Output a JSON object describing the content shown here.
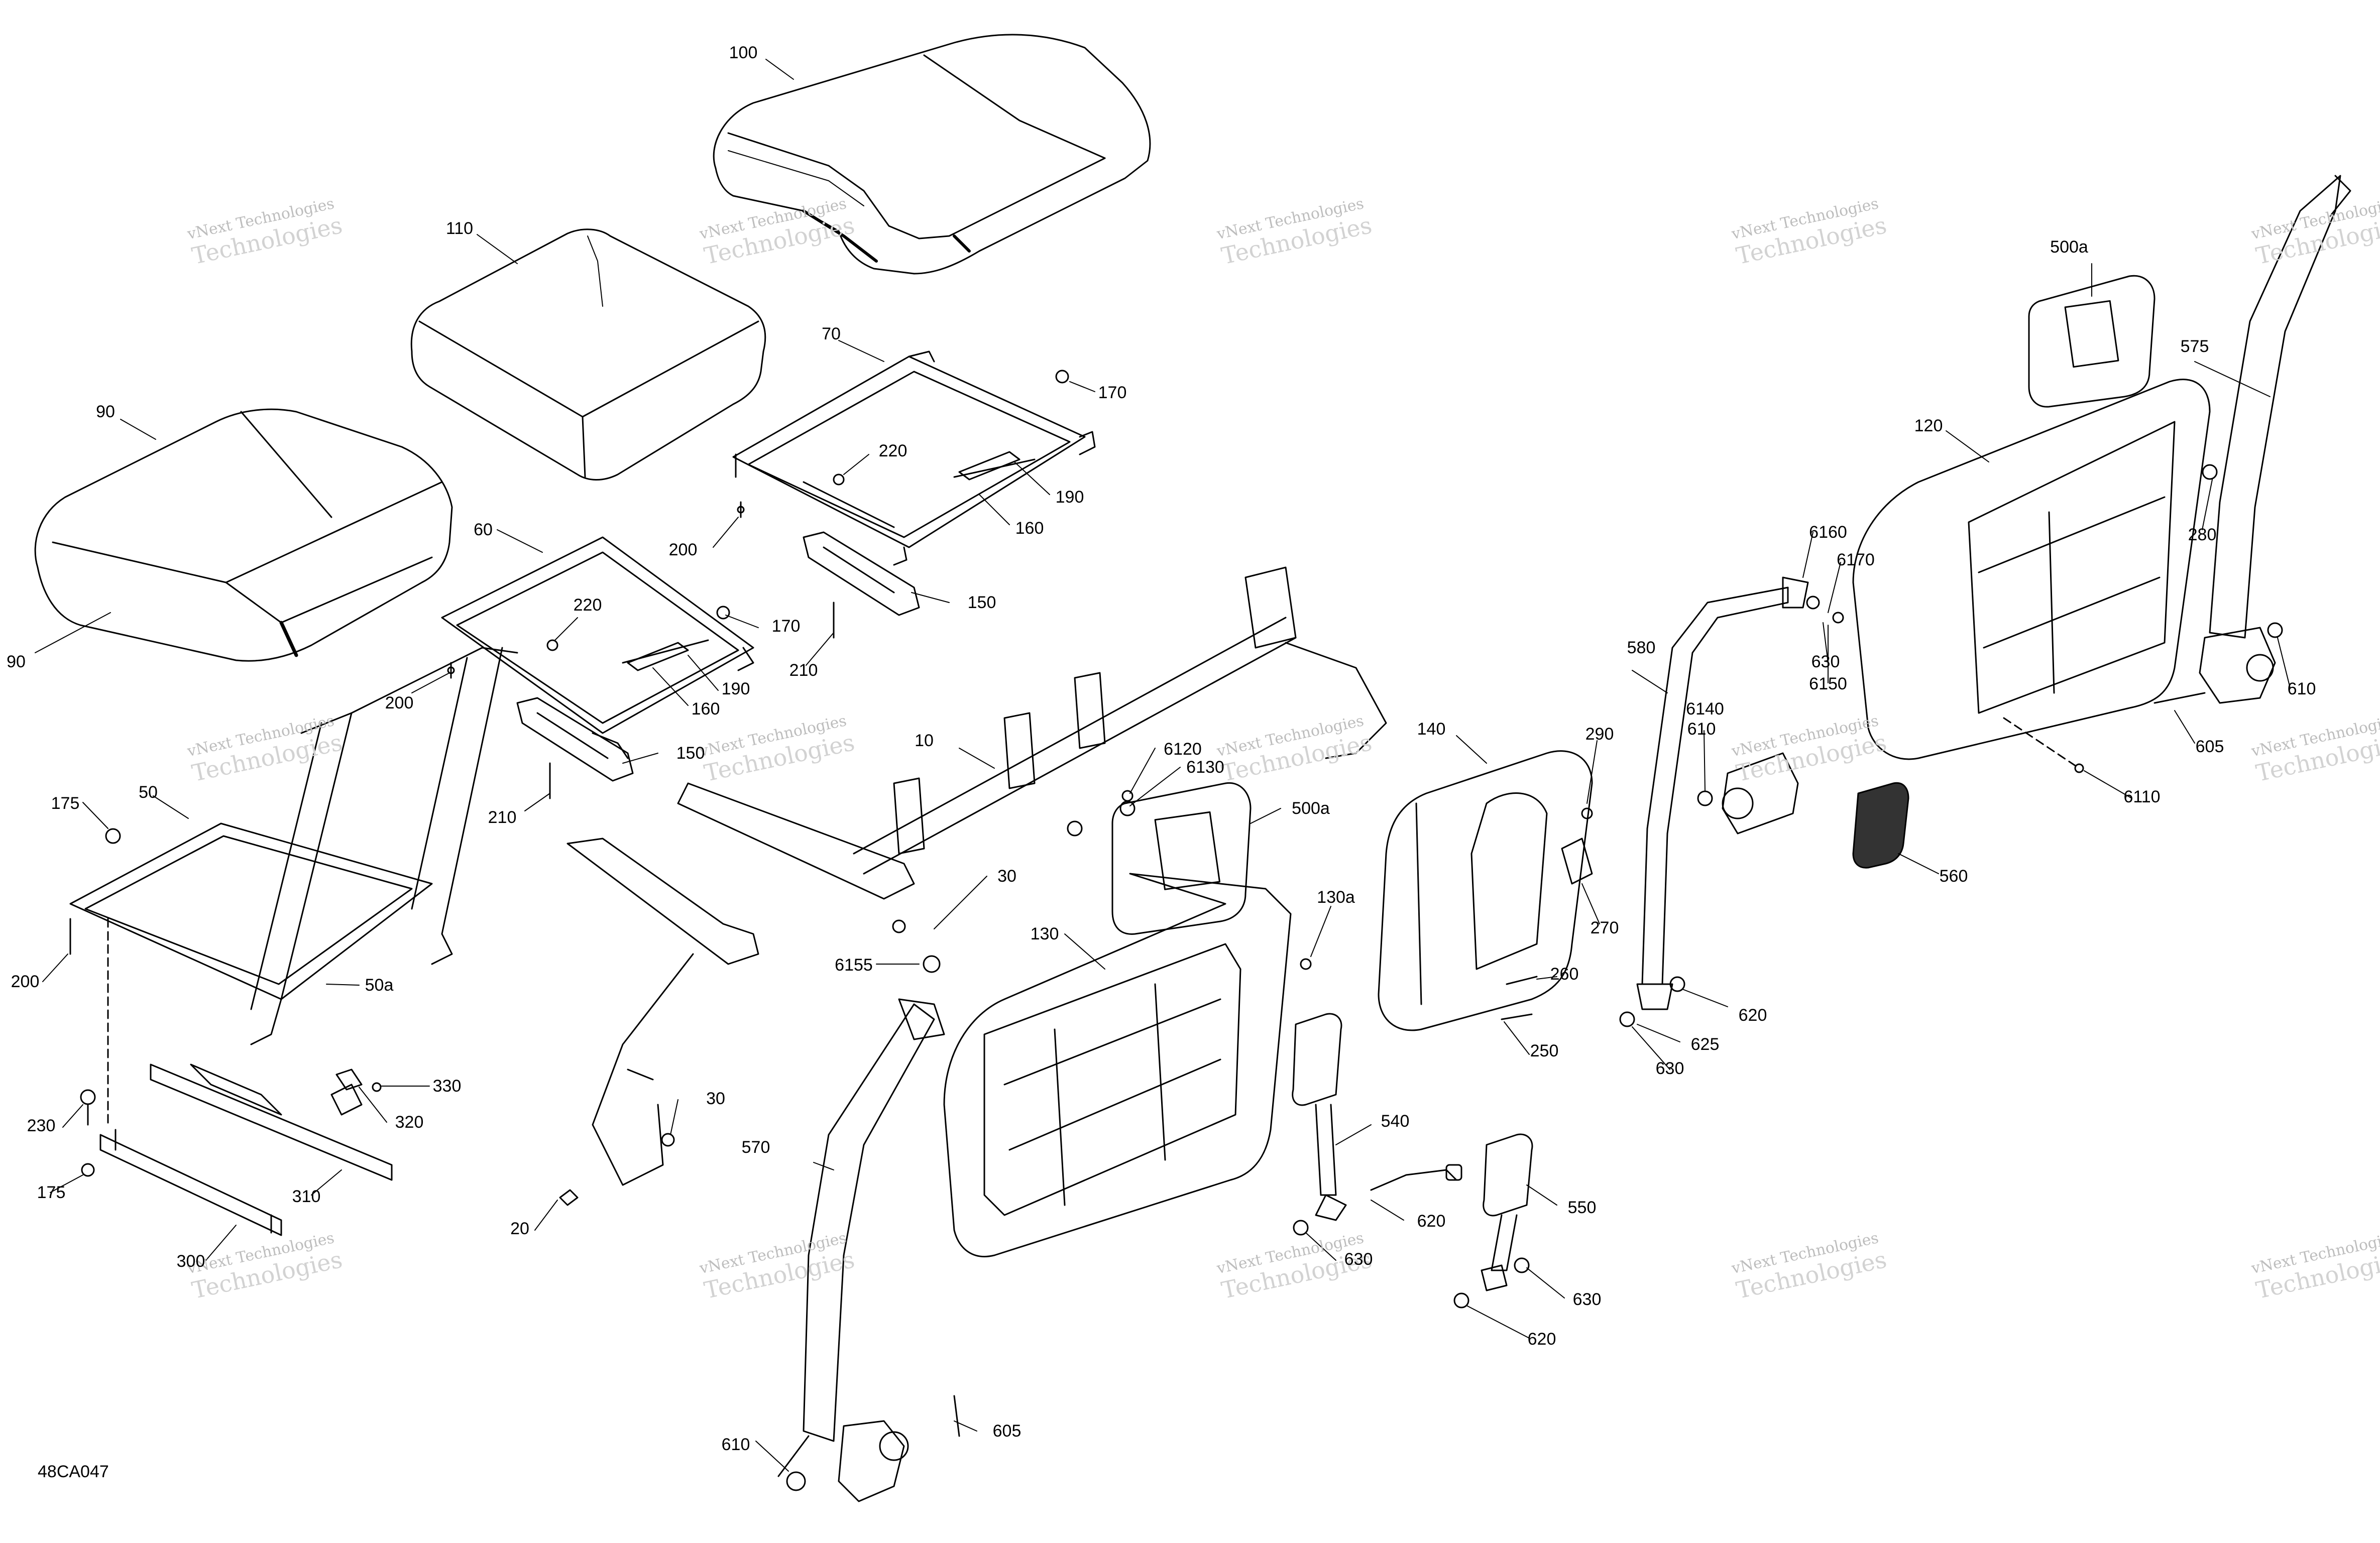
{
  "figure_code": "48CA047",
  "watermark": {
    "line1": "vNext Technologies",
    "line2": "Technologies",
    "overlay": "vNext"
  },
  "callouts": [
    {
      "id": "c-100",
      "label": "100"
    },
    {
      "id": "c-110",
      "label": "110"
    },
    {
      "id": "c-90a",
      "label": "90"
    },
    {
      "id": "c-90b",
      "label": "90"
    },
    {
      "id": "c-70",
      "label": "70"
    },
    {
      "id": "c-170a",
      "label": "170"
    },
    {
      "id": "c-220a",
      "label": "220"
    },
    {
      "id": "c-190a",
      "label": "190"
    },
    {
      "id": "c-160a",
      "label": "160"
    },
    {
      "id": "c-200a",
      "label": "200"
    },
    {
      "id": "c-150a",
      "label": "150"
    },
    {
      "id": "c-210a",
      "label": "210"
    },
    {
      "id": "c-60",
      "label": "60"
    },
    {
      "id": "c-220b",
      "label": "220"
    },
    {
      "id": "c-170b",
      "label": "170"
    },
    {
      "id": "c-160b",
      "label": "160"
    },
    {
      "id": "c-190b",
      "label": "190"
    },
    {
      "id": "c-200b",
      "label": "200"
    },
    {
      "id": "c-150b",
      "label": "150"
    },
    {
      "id": "c-210b",
      "label": "210"
    },
    {
      "id": "c-175a",
      "label": "175"
    },
    {
      "id": "c-50",
      "label": "50"
    },
    {
      "id": "c-200c",
      "label": "200"
    },
    {
      "id": "c-50a",
      "label": "50a"
    },
    {
      "id": "c-230",
      "label": "230"
    },
    {
      "id": "c-175b",
      "label": "175"
    },
    {
      "id": "c-330",
      "label": "330"
    },
    {
      "id": "c-320",
      "label": "320"
    },
    {
      "id": "c-310",
      "label": "310"
    },
    {
      "id": "c-300",
      "label": "300"
    },
    {
      "id": "c-10",
      "label": "10"
    },
    {
      "id": "c-30a",
      "label": "30"
    },
    {
      "id": "c-30b",
      "label": "30"
    },
    {
      "id": "c-20",
      "label": "20"
    },
    {
      "id": "c-6120",
      "label": "6120"
    },
    {
      "id": "c-6130",
      "label": "6130"
    },
    {
      "id": "c-500a-1",
      "label": "500a"
    },
    {
      "id": "c-6155",
      "label": "6155"
    },
    {
      "id": "c-130",
      "label": "130"
    },
    {
      "id": "c-130a",
      "label": "130a"
    },
    {
      "id": "c-570",
      "label": "570"
    },
    {
      "id": "c-605a",
      "label": "605"
    },
    {
      "id": "c-610a",
      "label": "610"
    },
    {
      "id": "c-140",
      "label": "140"
    },
    {
      "id": "c-290",
      "label": "290"
    },
    {
      "id": "c-270",
      "label": "270"
    },
    {
      "id": "c-260",
      "label": "260"
    },
    {
      "id": "c-250",
      "label": "250"
    },
    {
      "id": "c-540",
      "label": "540"
    },
    {
      "id": "c-620a",
      "label": "620"
    },
    {
      "id": "c-630a",
      "label": "630"
    },
    {
      "id": "c-550",
      "label": "550"
    },
    {
      "id": "c-630b",
      "label": "630"
    },
    {
      "id": "c-620b",
      "label": "620"
    },
    {
      "id": "c-580",
      "label": "580"
    },
    {
      "id": "c-6160",
      "label": "6160"
    },
    {
      "id": "c-6170",
      "label": "6170"
    },
    {
      "id": "c-630c",
      "label": "630"
    },
    {
      "id": "c-6150",
      "label": "6150"
    },
    {
      "id": "c-6140",
      "label": "6140"
    },
    {
      "id": "c-610b",
      "label": "610"
    },
    {
      "id": "c-560",
      "label": "560"
    },
    {
      "id": "c-620c",
      "label": "620"
    },
    {
      "id": "c-625",
      "label": "625"
    },
    {
      "id": "c-630d",
      "label": "630"
    },
    {
      "id": "c-500a-2",
      "label": "500a"
    },
    {
      "id": "c-120",
      "label": "120"
    },
    {
      "id": "c-575",
      "label": "575"
    },
    {
      "id": "c-280",
      "label": "280"
    },
    {
      "id": "c-610c",
      "label": "610"
    },
    {
      "id": "c-605b",
      "label": "605"
    },
    {
      "id": "c-6110",
      "label": "6110"
    }
  ]
}
